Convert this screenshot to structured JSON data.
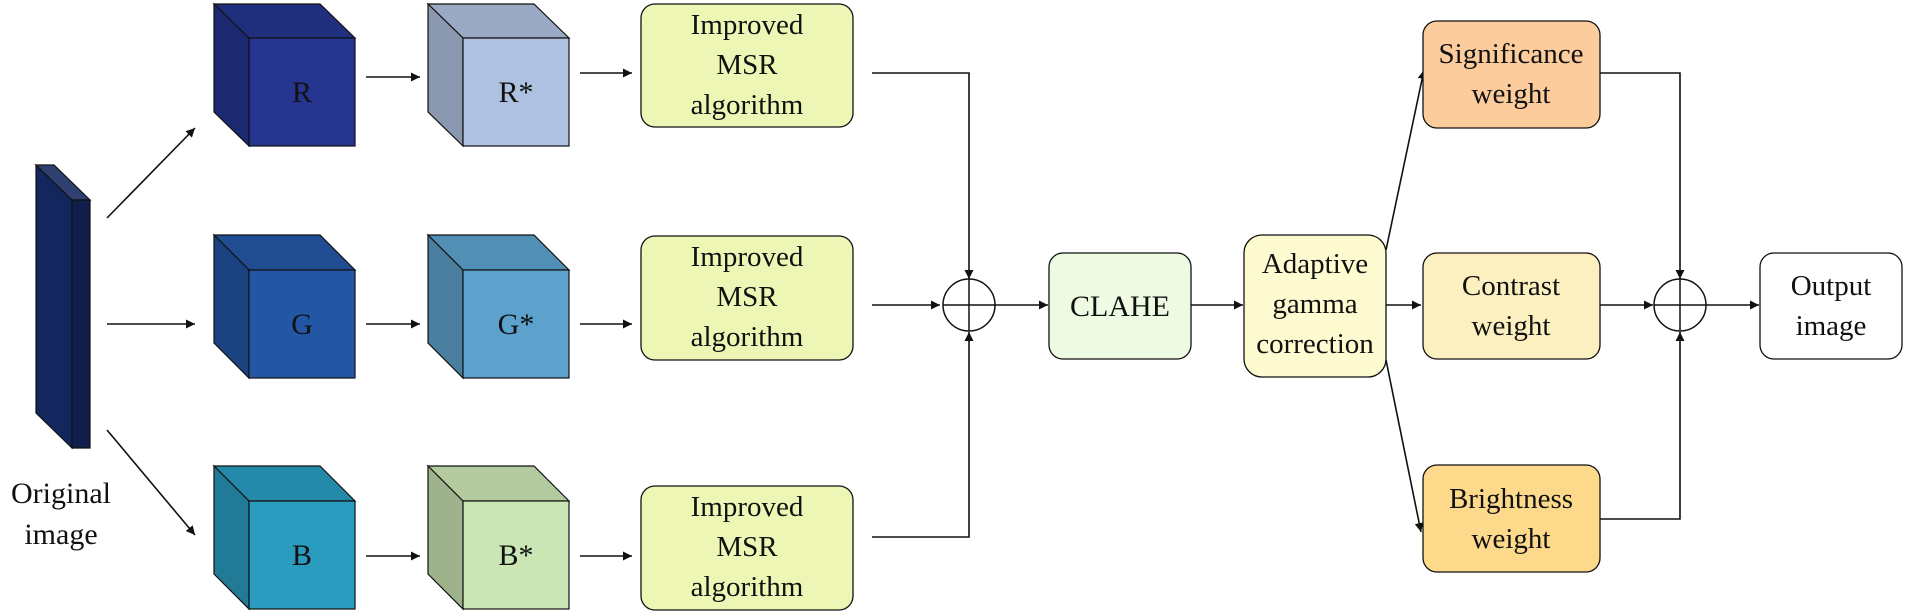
{
  "diagram": {
    "original": {
      "label_line1": "Original",
      "label_line2": "image",
      "color": "#13265e"
    },
    "channels": [
      {
        "id": "r",
        "label": "R",
        "star_label": "R*",
        "color": "#24348f",
        "star_color": "#afc1e0"
      },
      {
        "id": "g",
        "label": "G",
        "star_label": "G*",
        "color": "#2456a6",
        "star_color": "#5da2cc"
      },
      {
        "id": "b",
        "label": "B",
        "star_label": "B*",
        "color": "#2a9cc0",
        "star_color": "#cae6b4"
      }
    ],
    "msr": {
      "line1": "Improved",
      "line2": "MSR",
      "line3": "algorithm",
      "color": "#eef6b6"
    },
    "clahe": {
      "label": "CLAHE",
      "color": "#eefbe2"
    },
    "gamma": {
      "line1": "Adaptive",
      "line2": "gamma",
      "line3": "correction",
      "color": "#fdfbcf"
    },
    "weights": [
      {
        "id": "significance",
        "line1": "Significance",
        "line2": "weight",
        "color": "#fccc9d"
      },
      {
        "id": "contrast",
        "line1": "Contrast",
        "line2": "weight",
        "color": "#fdf0c0"
      },
      {
        "id": "brightness",
        "line1": "Brightness",
        "line2": "weight",
        "color": "#fcd98b"
      }
    ],
    "output": {
      "line1": "Output",
      "line2": "image",
      "color": "#ffffff"
    },
    "sum_symbol": "circle-plus"
  }
}
